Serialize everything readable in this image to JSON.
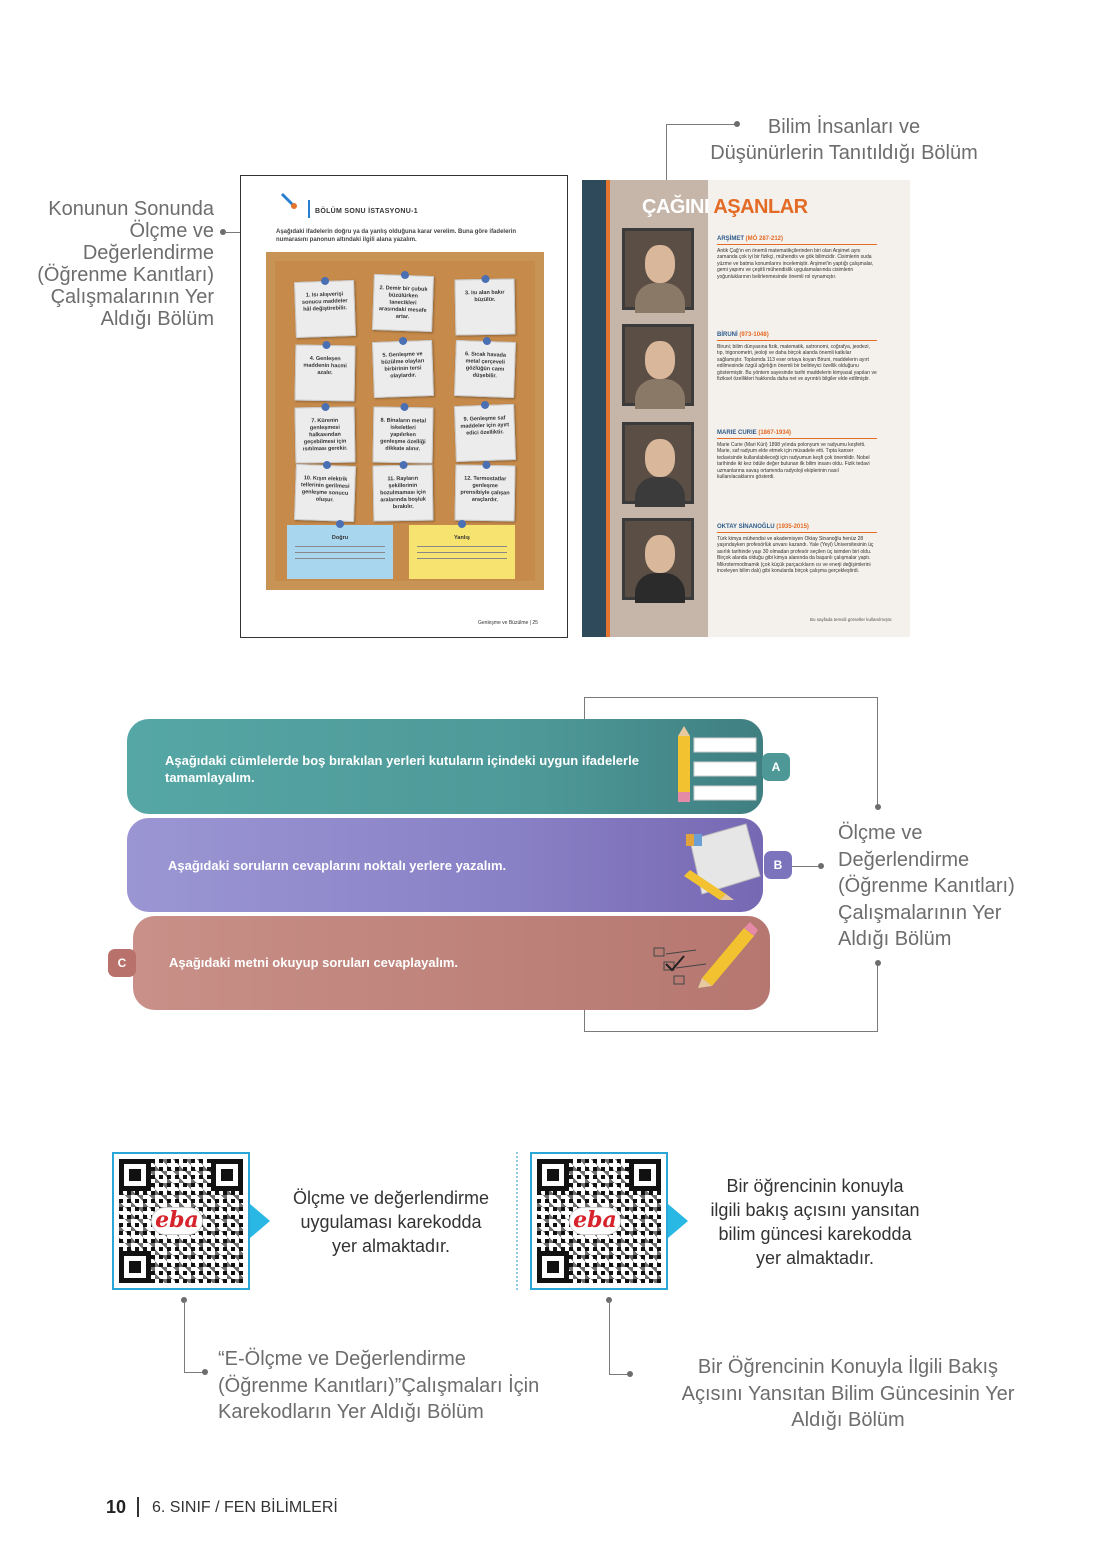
{
  "top_right_caption": [
    "Bilim İnsanları ve",
    "Düşünürlerin Tanıtıldığı Bölüm"
  ],
  "left_caption": [
    "Konunun Sonunda",
    "Ölçme ve",
    "Değerlendirme",
    "(Öğrenme Kanıtları)",
    "Çalışmalarının Yer",
    "Aldığı Bölüm"
  ],
  "worksheet": {
    "title": "BÖLÜM SONU İSTASYONU-1",
    "instruction": "Aşağıdaki ifadelerin doğru ya da yanlış olduğuna karar verelim. Buna göre ifadelerin numarasını panonun altındaki ilgili alana yazalım.",
    "notes": [
      "1. Isı alışverişi sonucu maddeler hâl değiştirebilir.",
      "2. Demir bir çubuk büzülürken tanecikleri arasındaki mesafe artar.",
      "3. Isı alan bakır büzülür.",
      "4. Genleşen maddenin hacmi azalır.",
      "5. Genleşme ve büzülme olayları birbirinin tersi olaylardır.",
      "6. Sıcak havada metal çerçeveli gözlüğün camı düşebilir.",
      "7. Kürenin genleşmesi halkasından geçebilmesi için ısıtılması gerekir.",
      "8. Binaların metal iskeletleri yapılırken genleşme özelliği dikkate alınır.",
      "9. Genleşme saf maddeler için ayırt edici özelliktir.",
      "10. Kışın elektrik tellerinin gerilmesi genleşme sonucu oluşur.",
      "11. Rayların şekillerinin bozulmaması için aralarında boşluk bırakılır.",
      "12. Termostatlar genleşme prensibiyle çalışan araçlardır."
    ],
    "answer_true": "Doğru",
    "answer_false": "Yanlış",
    "footer": "Genleşme ve Büzülme  |  25"
  },
  "scientists": {
    "heading_a": "ÇAĞINI ",
    "heading_b": "AŞANLAR",
    "people": [
      {
        "name": "ARŞİMET",
        "years": "(MÖ 287-212)",
        "text": "Antik Çağ'ın en önemli matematikçilerinden biri olan Arşimet aynı zamanda çok iyi bir fizikçi, mühendis ve gök bilimcidir. Cisimlerin suda yüzme ve batma konumlarını incelemiştir. Arşimet'in yaptığı çalışmalar, gemi yapımı ve çeşitli mühendislik uygulamalarında cisimlerin yoğunluklarının belirlenmesinde önemli rol oynamıştır."
      },
      {
        "name": "BİRUNİ",
        "years": "(973-1048)",
        "text": "Biruni; bilim dünyasına fizik, matematik, astronomi, coğrafya, jeodezi, tıp, trigonometri, jeoloji ve daha birçok alanda önemli katkılar sağlamıştır. Toplamda 113 eser ortaya koyan Biruni, maddelerin ayırt edilmesinde özgül ağırlığın önemli bir belirleyici özellik olduğunu göstermiştir. Bu yöntem sayesinde tarihi maddelerin kimyasal yapıları ve fiziksel özellikleri hakkında daha net ve ayrıntılı bilgiler elde edilmiştir."
      },
      {
        "name": "MARIE CURIE",
        "years": "(1867-1934)",
        "text": "Marie Curie (Mari Küri) 1898 yılında polonyum ve radyumu keşfetti. Marie, saf radyum elde etmek için müsadele etti. Tıpta kanser tedavisinde kullanılabileceği için radyumun keşfi çok önemlidir. Nobel tarihinde iki kez ödüle değer bulunan ilk bilim insanı oldu. Fizik tedavi uzmanlarına savaş ortamında radyoloji ekiplerinin nasıl kullanılacaklarını gösterdi."
      },
      {
        "name": "OKTAY SİNANOĞLU",
        "years": "(1935-2015)",
        "text": "Türk kimya mühendisi ve akademisyen Oktay Sinanoğlu henüz 28 yaşındayken profesörlük unvanı kazandı. Yale (Yeyl) Üniversitesinin üç asırlık tarihinde yaşı 30 olmadan profesör seçilen üç isimden biri oldu. Birçok alanda olduğu gibi kimya alanında da başarılı çalışmalar yaptı. Mikrotermodinamik (çok küçük parçacıkların ısı ve enerji değişimlerini inceleyen bilim dalı) gibi konularda birçok çalışma gerçekleştirdi."
      }
    ],
    "footer": "Bu sayfada temsili görseller kullanılmıştır."
  },
  "activities": [
    {
      "tab": "A",
      "text": "Aşağıdaki cümlelerde boş bırakılan yerleri kutuların içindeki uygun ifadelerle tamamlayalım.",
      "color": "#4e9898"
    },
    {
      "tab": "B",
      "text": "Aşağıdaki soruların cevaplarını noktalı yerlere yazalım.",
      "color": "#7c73bd"
    },
    {
      "tab": "C",
      "text": "Aşağıdaki metni okuyup soruları cevaplayalım.",
      "color": "#b8716b"
    }
  ],
  "right_caption": [
    "Ölçme ve",
    "Değerlendirme",
    "(Öğrenme Kanıtları)",
    "Çalışmalarının Yer",
    "Aldığı Bölüm"
  ],
  "qr_left": {
    "logo": "eba",
    "text": [
      "Ölçme ve değerlendirme",
      "uygulaması karekodda",
      "yer almaktadır."
    ]
  },
  "qr_right": {
    "logo": "eba",
    "text": [
      "Bir öğrencinin konuyla",
      "ilgili bakış açısını yansıtan",
      "bilim güncesi karekodda",
      "yer almaktadır."
    ]
  },
  "bottom_left_caption": [
    "“E-Ölçme ve Değerlendirme",
    "(Öğrenme Kanıtları)”Çalışmaları İçin",
    "Karekodların Yer Aldığı Bölüm"
  ],
  "bottom_right_caption": [
    "Bir Öğrencinin Konuyla İlgili Bakış",
    "Açısını Yansıtan Bilim Güncesinin Yer",
    "Aldığı Bölüm"
  ],
  "footer": {
    "page": "10",
    "text": "6. SINIF / FEN BİLİMLERİ"
  }
}
